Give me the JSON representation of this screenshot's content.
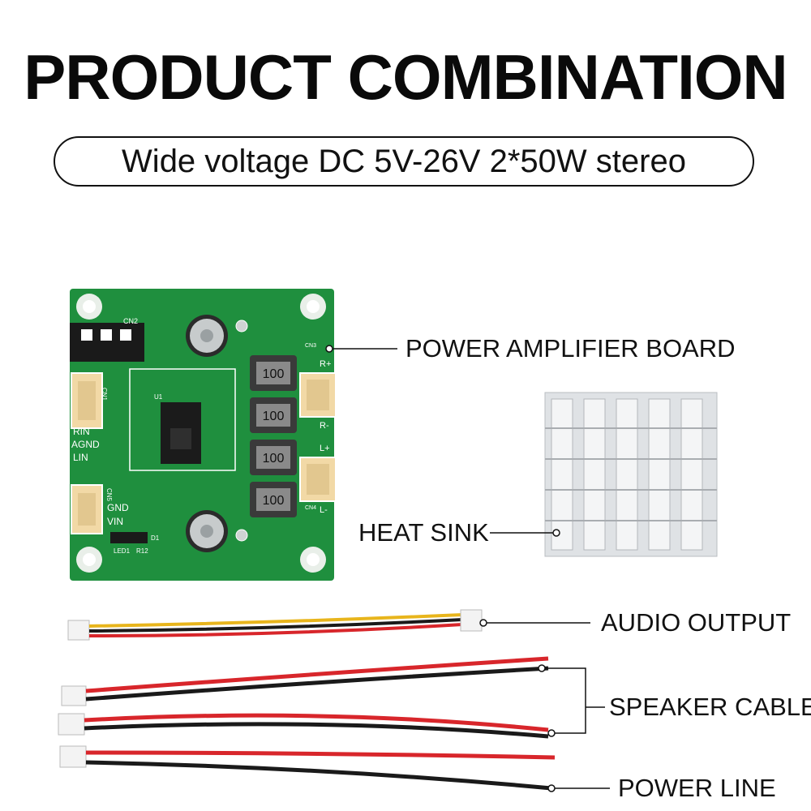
{
  "title": "PRODUCT COMBINATION",
  "subtitle": "Wide voltage DC 5V-26V 2*50W stereo",
  "callouts": {
    "board": "POWER AMPLIFIER BOARD",
    "heatsink": "HEAT SINK",
    "audio": "AUDIO OUTPUT",
    "speaker": "SPEAKER CABLE",
    "power": "POWER LINE"
  },
  "board_silkscreen": {
    "cn2": "CN2",
    "cn1": "CN1",
    "cn5": "CN5",
    "cn3": "CN3",
    "cn4": "CN4",
    "rin": "RIN",
    "agnd": "AGND",
    "lin": "LIN",
    "gnd": "GND",
    "vin": "VIN",
    "r_plus": "R+",
    "r_minus": "R-",
    "l_plus": "L+",
    "l_minus": "L-",
    "u1": "U1",
    "d1": "D1",
    "led1": "LED1",
    "r12": "R12",
    "inductor": "100"
  },
  "colors": {
    "pcb": "#1f8f3e",
    "pcb_dark": "#16702f",
    "silkscreen": "#ffffff",
    "connector": "#f2d9a6",
    "heatsink": "#d9dcdf",
    "wire_red": "#d8262b",
    "wire_black": "#1a1a1a",
    "wire_yellow": "#e8b51c"
  }
}
